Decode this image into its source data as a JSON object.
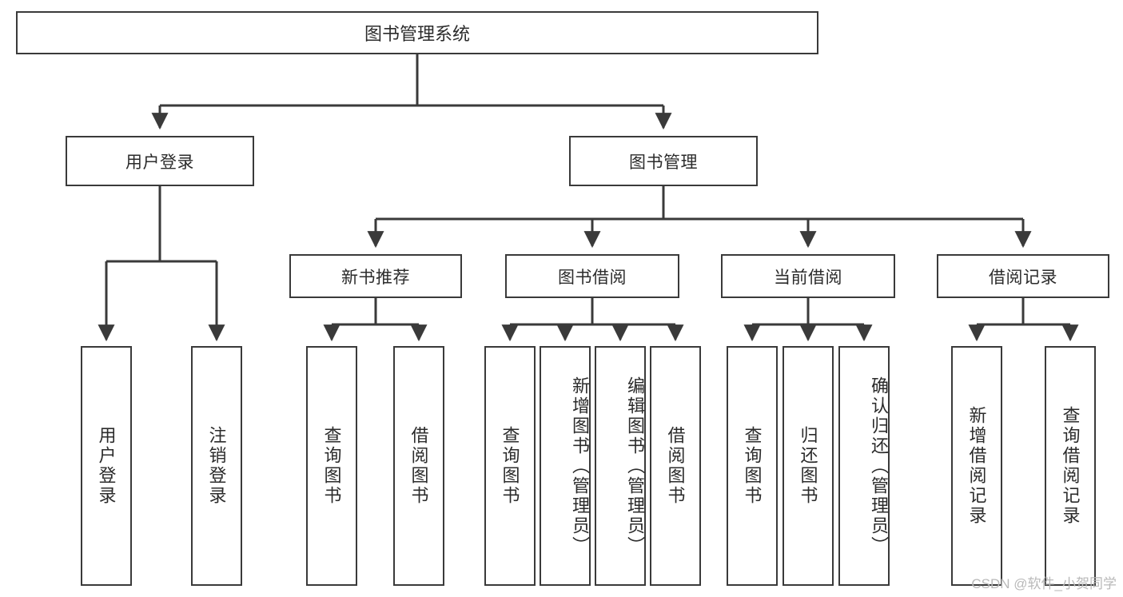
{
  "diagram": {
    "title": "图书管理系统",
    "type": "tree-hierarchy-diagram",
    "colors": {
      "box_border": "#3a3a3a",
      "box_fill": "#ffffff",
      "connector": "#3a3a3a",
      "text": "#2b2b2b",
      "watermark": "#b9b9b9",
      "background": "#ffffff"
    },
    "root": {
      "label": "图书管理系统"
    },
    "level2": [
      {
        "id": "user-login",
        "label": "用户登录"
      },
      {
        "id": "book-management",
        "label": "图书管理"
      }
    ],
    "level3": [
      {
        "id": "new-book-recommend",
        "label": "新书推荐"
      },
      {
        "id": "book-borrow",
        "label": "图书借阅"
      },
      {
        "id": "current-borrow",
        "label": "当前借阅"
      },
      {
        "id": "borrow-record",
        "label": "借阅记录"
      }
    ],
    "leaves": {
      "user_login": [
        {
          "id": "leaf-user-login",
          "label": "用户登录"
        },
        {
          "id": "leaf-logout-login",
          "label": "注销登录"
        }
      ],
      "new_book_recommend": [
        {
          "id": "leaf-query-book-1",
          "label": "查询图书"
        },
        {
          "id": "leaf-borrow-book-1",
          "label": "借阅图书"
        }
      ],
      "book_borrow": [
        {
          "id": "leaf-query-book-2",
          "label": "查询图书"
        },
        {
          "id": "leaf-add-book",
          "label": "新增图书（管理员）"
        },
        {
          "id": "leaf-edit-book",
          "label": "编辑图书（管理员）"
        },
        {
          "id": "leaf-borrow-book-2",
          "label": "借阅图书"
        }
      ],
      "current_borrow": [
        {
          "id": "leaf-query-book-3",
          "label": "查询图书"
        },
        {
          "id": "leaf-return-book",
          "label": "归还图书"
        },
        {
          "id": "leaf-confirm-return",
          "label": "确认归还（管理员）"
        }
      ],
      "borrow_record": [
        {
          "id": "leaf-add-borrow-record",
          "label": "新增借阅记录"
        },
        {
          "id": "leaf-query-borrow-record",
          "label": "查询借阅记录"
        }
      ]
    },
    "watermark": "CSDN @软件_小贺同学"
  }
}
